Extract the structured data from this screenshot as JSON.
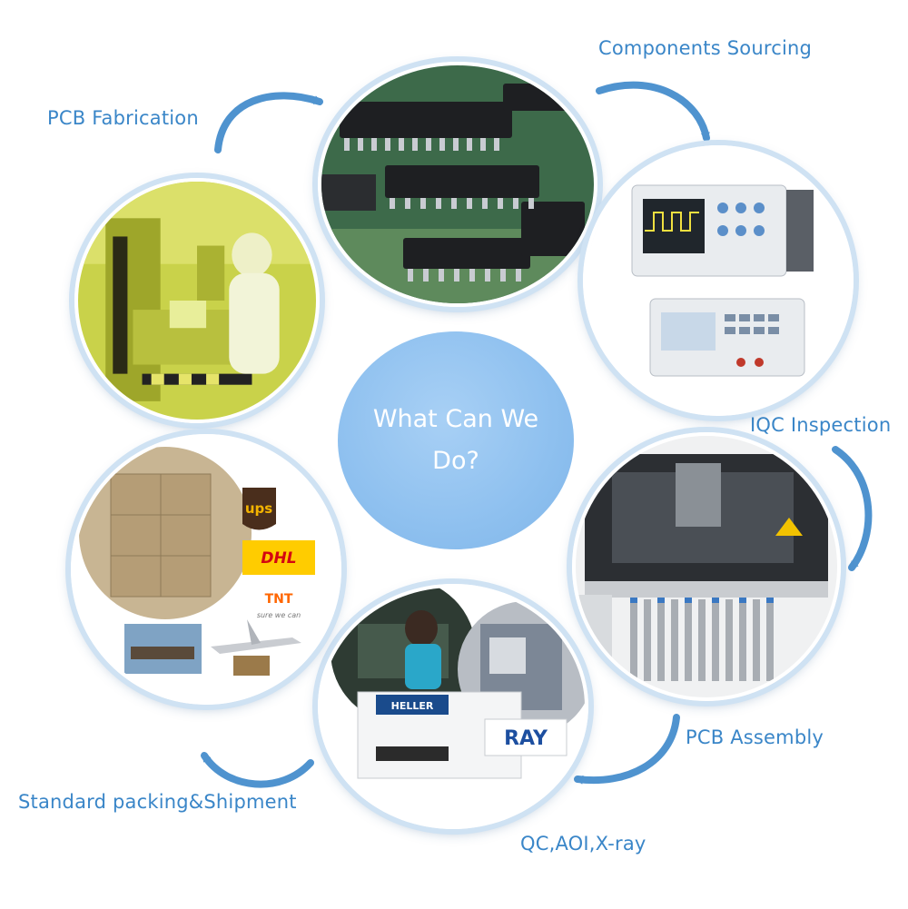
{
  "center": {
    "line1": "What Can We",
    "line2": "Do?"
  },
  "steps": [
    {
      "id": "pcb-fabrication",
      "label": "PCB Fabrication",
      "photo": "cleanroom-worker-photo"
    },
    {
      "id": "components-sourcing",
      "label": "Components Sourcing",
      "photo": "integrated-circuit-chips-photo"
    },
    {
      "id": "iqc-inspection",
      "label": "IQC Inspection",
      "photo": "oscilloscope-and-lcr-meter-photo"
    },
    {
      "id": "pcb-assembly",
      "label": "PCB Assembly",
      "photo": "pick-and-place-machine-photo"
    },
    {
      "id": "qc-aoi-xray",
      "label": "QC,AOI,X-ray",
      "photo": "reflow-oven-and-xray-machine-photo"
    },
    {
      "id": "packing-shipment",
      "label": "Standard packing&Shipment",
      "photo": "cartons-and-couriers-photo"
    }
  ],
  "logos": {
    "ups": "ups",
    "dhl": "DHL",
    "tnt": "TNT",
    "tnt_slogan": "sure we can",
    "heller": "HELLER",
    "xray": "RAY"
  },
  "colors": {
    "label": "#3a86c8",
    "arrow": "#4f93cf",
    "ring": "#cfe2f3",
    "center": "#8ec0ef"
  }
}
